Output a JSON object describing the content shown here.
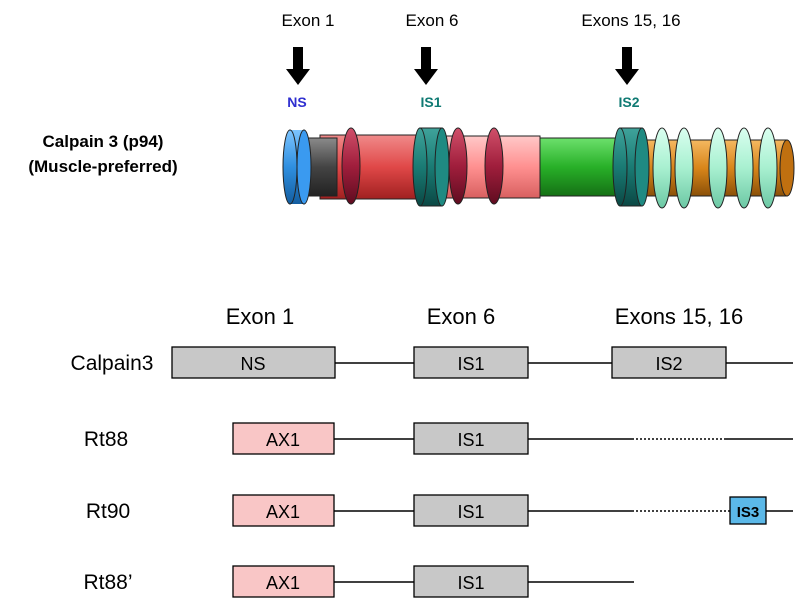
{
  "protein": {
    "label_line1": "Calpain 3 (p94)",
    "label_line2": "(Muscle-preferred)",
    "markers": [
      {
        "exon": "Exon 1",
        "tag": "NS",
        "tag_color": "#2f2fd0"
      },
      {
        "exon": "Exon 6",
        "tag": "IS1",
        "tag_color": "#0f7a73"
      },
      {
        "exon": "Exons 15, 16",
        "tag": "IS2",
        "tag_color": "#0f7a73"
      }
    ]
  },
  "isoforms": {
    "headers": [
      "Exon 1",
      "Exon 6",
      "Exons 15, 16"
    ],
    "rows": [
      {
        "name": "Calpain3",
        "boxes": [
          "NS",
          "IS1",
          "IS2"
        ]
      },
      {
        "name": "Rt88",
        "boxes": [
          "AX1",
          "IS1"
        ]
      },
      {
        "name": "Rt90",
        "boxes": [
          "AX1",
          "IS1",
          "IS3"
        ]
      },
      {
        "name": "Rt88’",
        "boxes": [
          "AX1",
          "IS1"
        ]
      }
    ]
  },
  "colors": {
    "box_gray": "#c8c8c8",
    "box_pink": "#f9c6c6",
    "box_blue": "#5bb8e8",
    "ns_blue": "#2f8fe0",
    "maroon": "#a01e3c",
    "red": "#e85a5a",
    "light_red": "#ff9a9a",
    "green": "#2fb52f",
    "teal": "#1a7b74",
    "orange": "#d9861a",
    "mint": "#a8f0d0"
  }
}
